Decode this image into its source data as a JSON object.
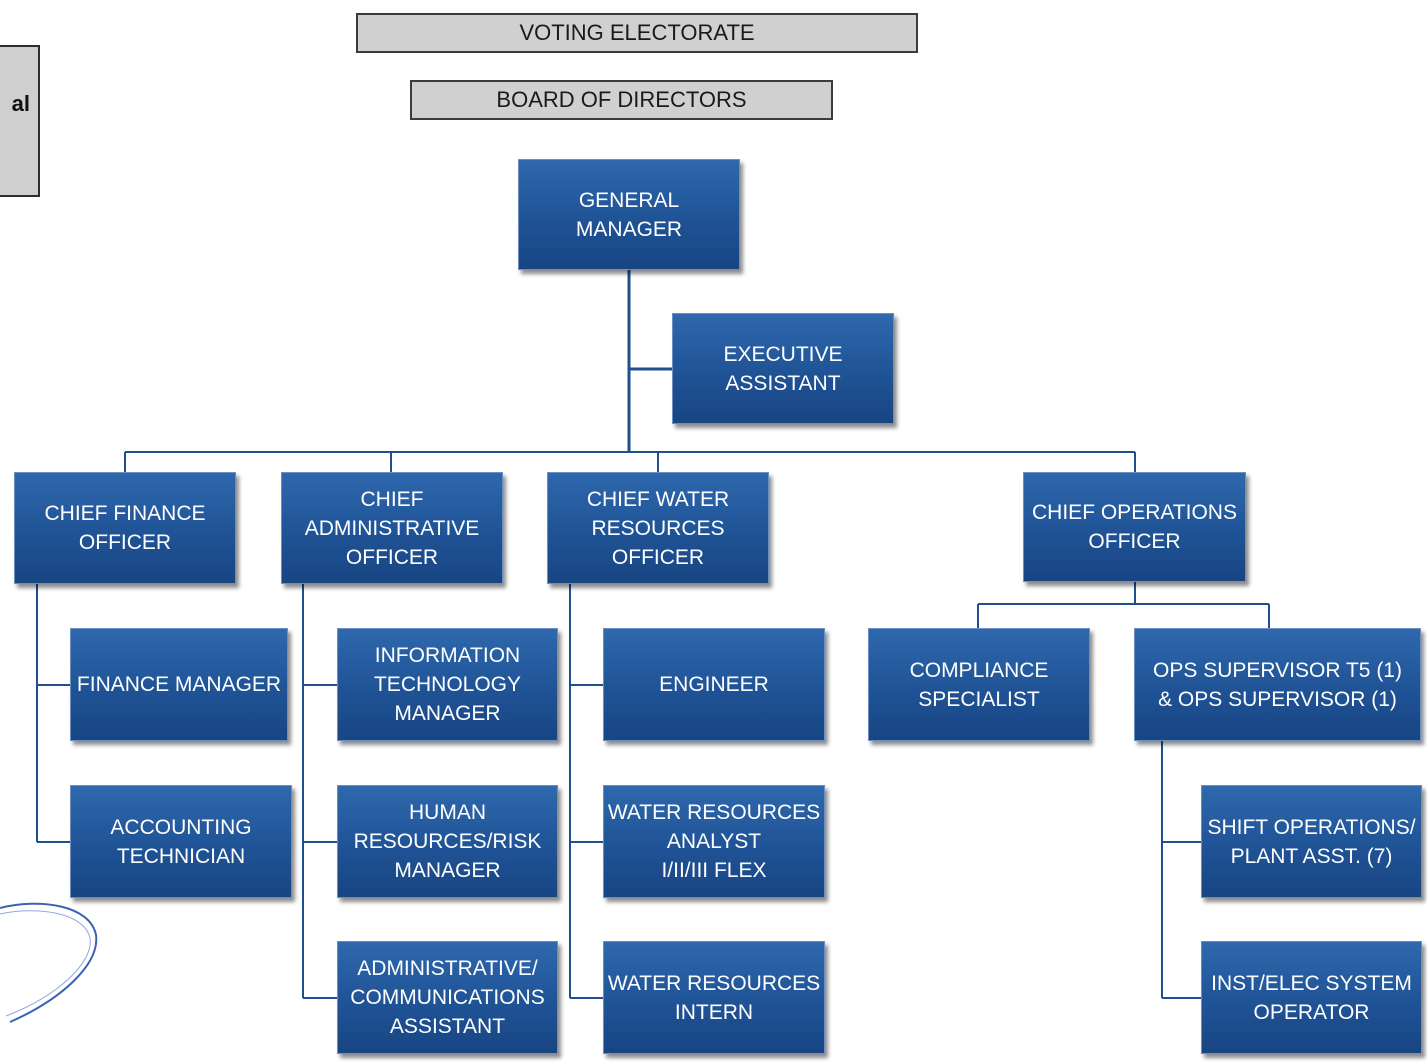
{
  "header": {
    "voting_electorate": "VOTING ELECTORATE",
    "board_of_directors": "BOARD OF DIRECTORS",
    "side_label": "al"
  },
  "colors": {
    "node_blue": "#1f5396",
    "connector": "#1e4f8f",
    "header_fill": "#d0d0d0"
  },
  "org": {
    "general_manager": "GENERAL\nMANAGER",
    "executive_assistant": "EXECUTIVE\nASSISTANT",
    "cfo": {
      "title": "CHIEF FINANCE\nOFFICER",
      "reports": [
        "FINANCE MANAGER",
        "ACCOUNTING\nTECHNICIAN"
      ]
    },
    "cao": {
      "title": "CHIEF\nADMINISTRATIVE\nOFFICER",
      "reports": [
        "INFORMATION\nTECHNOLOGY\nMANAGER",
        "HUMAN\nRESOURCES/RISK\nMANAGER",
        "ADMINISTRATIVE/\nCOMMUNICATIONS\nASSISTANT"
      ]
    },
    "cwro": {
      "title": "CHIEF WATER\nRESOURCES\nOFFICER",
      "reports": [
        "ENGINEER",
        "WATER RESOURCES\nANALYST\nI/II/III FLEX",
        "WATER RESOURCES\nINTERN"
      ]
    },
    "coo": {
      "title": "CHIEF OPERATIONS\nOFFICER",
      "reports": [
        "COMPLIANCE\nSPECIALIST",
        "OPS SUPERVISOR T5 (1)\n& OPS SUPERVISOR (1)"
      ],
      "ops_reports": [
        "SHIFT OPERATIONS/\nPLANT ASST. (7)",
        "INST/ELEC SYSTEM\nOPERATOR"
      ]
    }
  }
}
